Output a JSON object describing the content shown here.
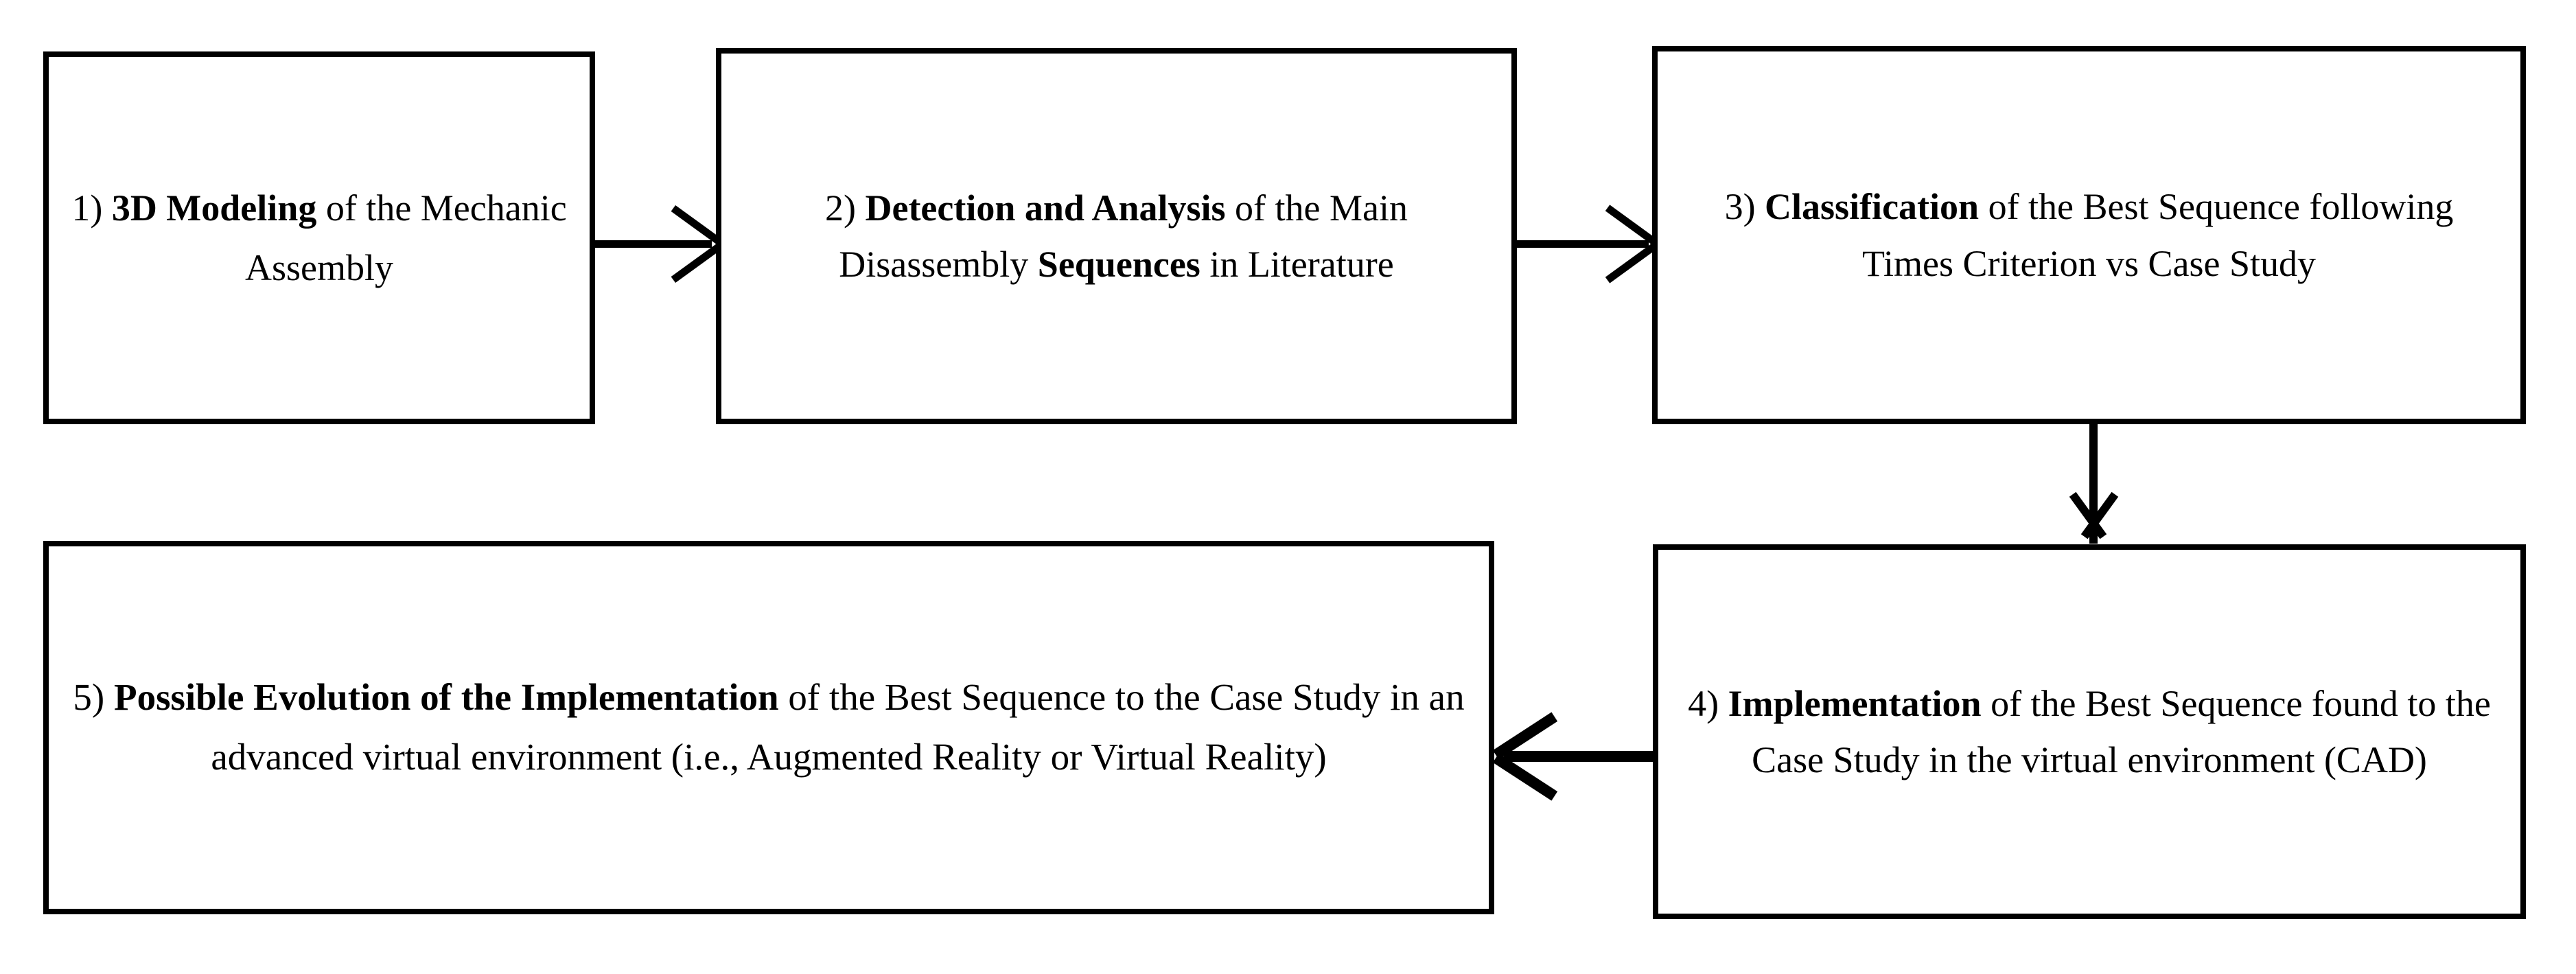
{
  "diagram": {
    "type": "flowchart",
    "orientation": "serpentine-two-rows",
    "background_color": "#FFFFFF",
    "stroke_color": "#000000",
    "nodes": [
      {
        "id": "node-1",
        "step_number": "1)",
        "text_plain": "1) 3D Modeling of the Mechanic Assembly",
        "text_html": "1) <b>3D Modeling</b> of the Mechanic Assembly",
        "bold_segments": [
          "3D Modeling"
        ]
      },
      {
        "id": "node-2",
        "step_number": "2)",
        "text_plain": "2) Detection and Analysis of the Main Disassembly Sequences in Literature",
        "text_html": "2) <b>Detection and Analysis</b> of the Main Disassembly <b>Sequences</b> in Literature",
        "bold_segments": [
          "Detection and Analysis",
          "Sequences"
        ]
      },
      {
        "id": "node-3",
        "step_number": "3)",
        "text_plain": "3) Classification of the Best Sequence following Times Criterion vs Case Study",
        "text_html": "3) <b>Classification</b> of the Best Sequence following Times Criterion vs Case Study",
        "bold_segments": [
          "Classification"
        ]
      },
      {
        "id": "node-4",
        "step_number": "4)",
        "text_plain": "4) Implementation of the Best Sequence found to the Case Study in the virtual environment (CAD)",
        "text_html": "4) <b>Implementation</b> of the Best Sequence found to the Case Study in the virtual environment (CAD)",
        "bold_segments": [
          "Implementation"
        ]
      },
      {
        "id": "node-5",
        "step_number": "5)",
        "text_plain": "5) Possible Evolution of the Implementation of the Best Sequence to the Case Study in an advanced virtual environment (i.e., Augmented Reality or Virtual Reality)",
        "text_html": "5) <b>Possible Evolution of the Implementation</b> of the Best Sequence to the Case Study in an advanced virtual environment (i.e., Augmented Reality or Virtual Reality)",
        "bold_segments": [
          "Possible Evolution of the Implementation"
        ]
      }
    ],
    "edges": [
      {
        "id": "arrow-1-2",
        "from": "node-1",
        "to": "node-2",
        "direction": "right",
        "label": ""
      },
      {
        "id": "arrow-2-3",
        "from": "node-2",
        "to": "node-3",
        "direction": "right",
        "label": ""
      },
      {
        "id": "arrow-3-4",
        "from": "node-3",
        "to": "node-4",
        "direction": "down",
        "label": ""
      },
      {
        "id": "arrow-4-5",
        "from": "node-4",
        "to": "node-5",
        "direction": "left",
        "label": ""
      }
    ]
  }
}
